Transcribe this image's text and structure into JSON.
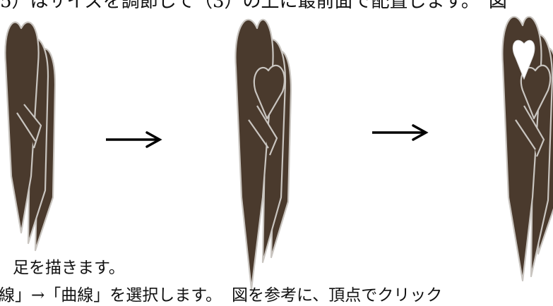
{
  "doc": {
    "intro_text": "5）はサイズを調節して（3）の上に最前面で配置します。　図",
    "step_heading": "足を描きます。",
    "instruction_left": "線」→「曲線」を選択します。",
    "instruction_right": "図を参考に、頂点でクリック"
  },
  "figure": {
    "feather_color": "#4a3a2d",
    "outline_color": "#c9c5c0",
    "arrow_color": "#000000",
    "highlight_color": "#ffffff"
  }
}
